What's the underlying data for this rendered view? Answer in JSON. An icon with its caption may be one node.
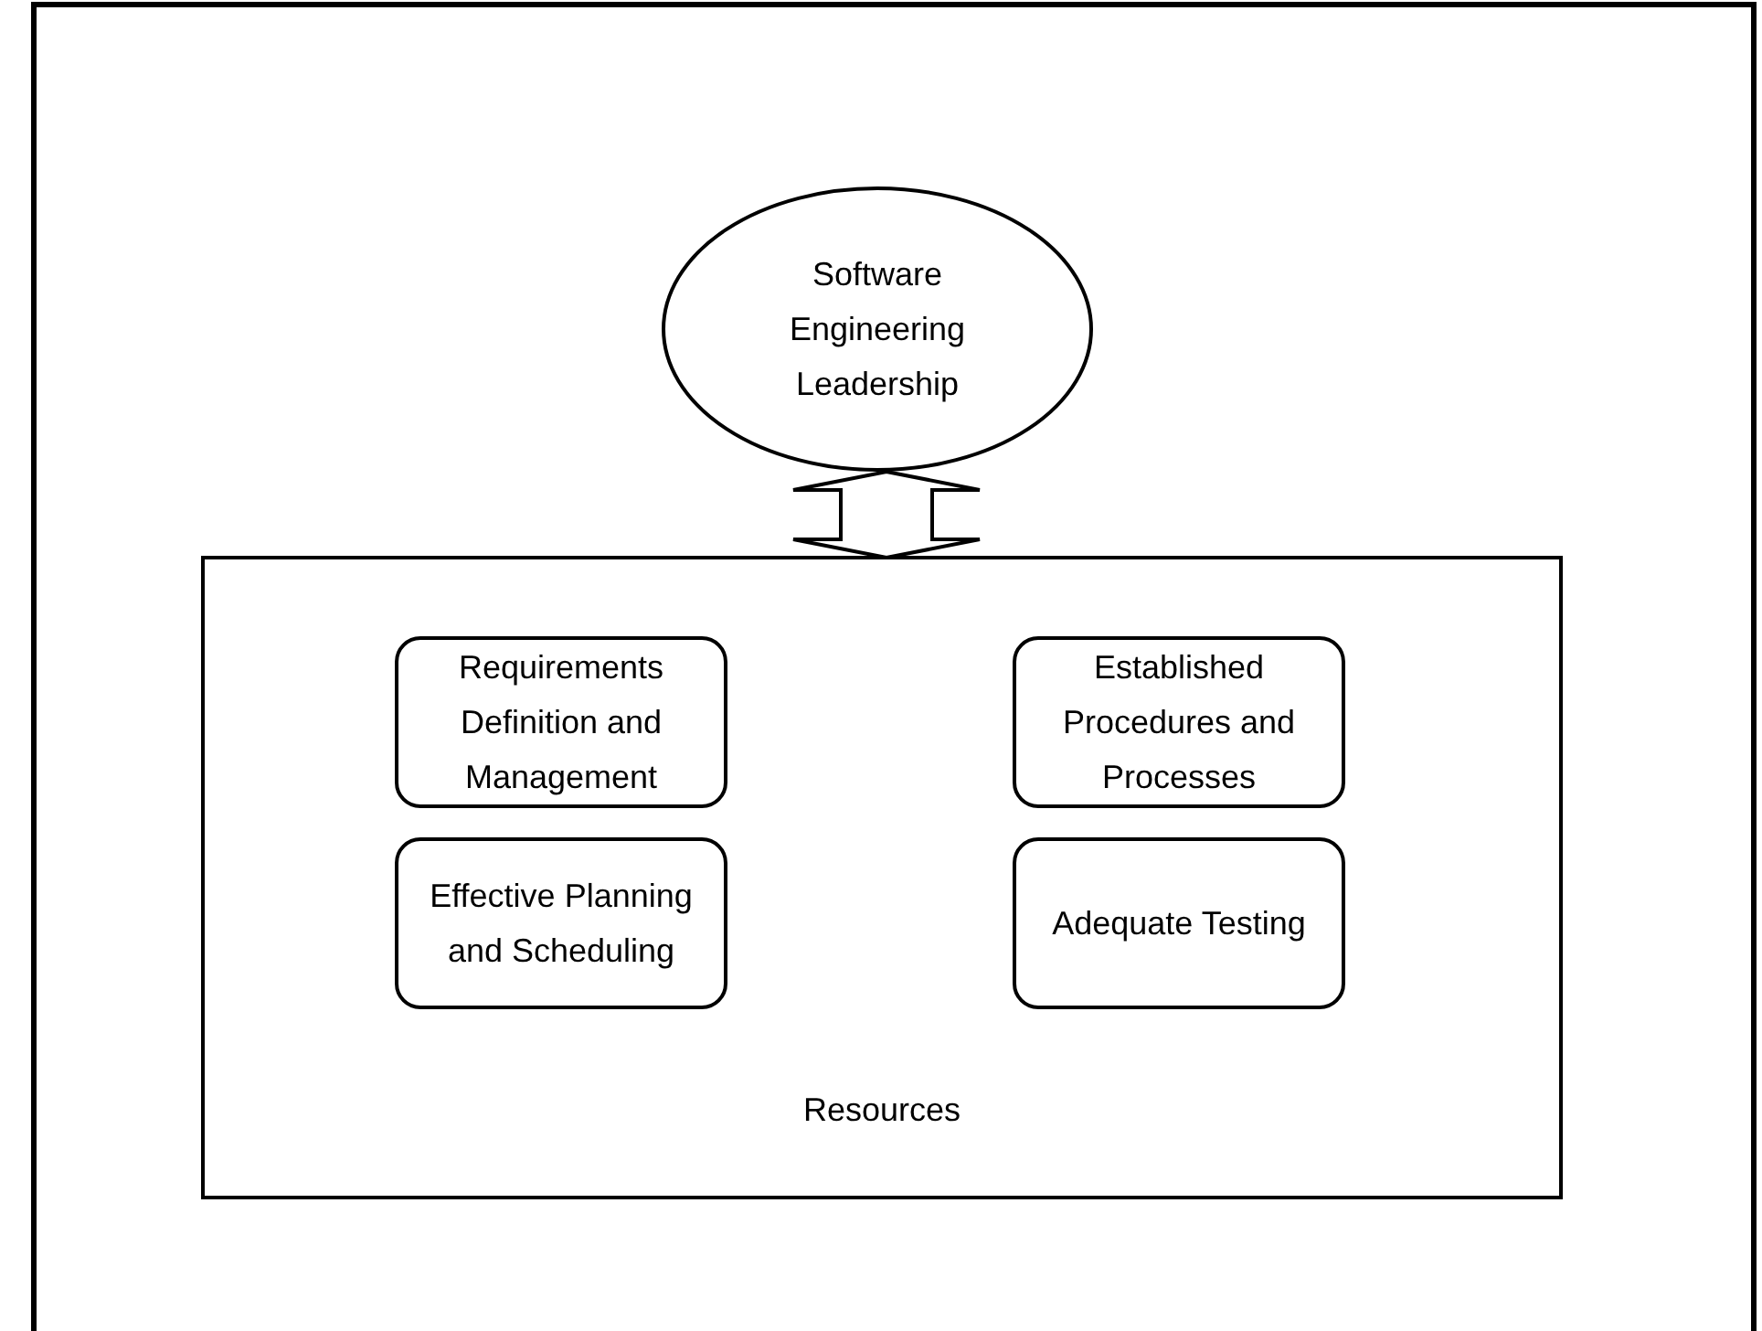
{
  "diagram": {
    "nodes": [
      {
        "text": [
          "Software Engineering Leadership"
        ]
      },
      {
        "text": [
          "Resources"
        ]
      },
      {
        "text": [
          "Requirements Definition and Management"
        ],
        "in": 1
      },
      {
        "text": [
          "Established Procedures and Processes"
        ],
        "in": 1
      },
      {
        "text": [
          "Effective Planning and Scheduling"
        ],
        "in": 1
      },
      {
        "text": [
          "Adequate Testing"
        ],
        "in": 1
      }
    ],
    "edges": [
      {
        "from": 0,
        "to": 1,
        "arrow": "both"
      }
    ]
  }
}
